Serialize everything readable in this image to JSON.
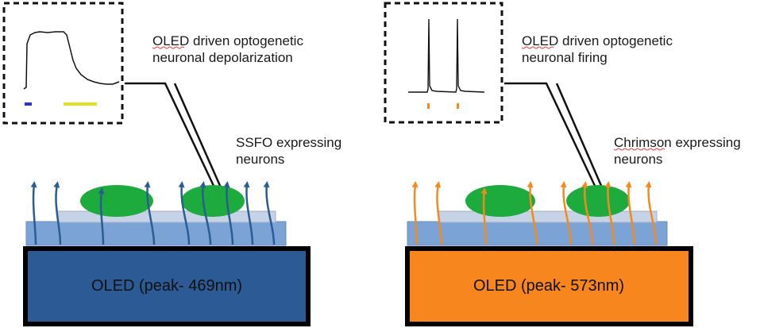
{
  "colors": {
    "blue_oled": "#2b5a95",
    "orange_oled": "#f7861e",
    "substrate": "#7ba3d6",
    "substrate_edge": "#6a8fc0",
    "glass": "#c6d2e5",
    "neuron": "#1cab3c",
    "blue_arrow": "#2b5d93",
    "orange_arrow": "#f48a1e",
    "blue_pulse": "#2a31d8",
    "yellow_pulse": "#e4e020",
    "orange_pulse": "#f48a1e"
  },
  "left_panel": {
    "title_line1": "OLED driven optogenetic",
    "title_line2": "neuronal depolarization",
    "cells_line1": "SSFO expressing",
    "cells_line2": "neurons",
    "oled_label": "OLED (peak- 469nm)"
  },
  "right_panel": {
    "title_line1": "OLED driven optogenetic",
    "title_line2": "neuronal firing",
    "cells_line1": "Chrimson expressing",
    "cells_line2": "neurons",
    "oled_label": "OLED (peak- 573nm)"
  }
}
